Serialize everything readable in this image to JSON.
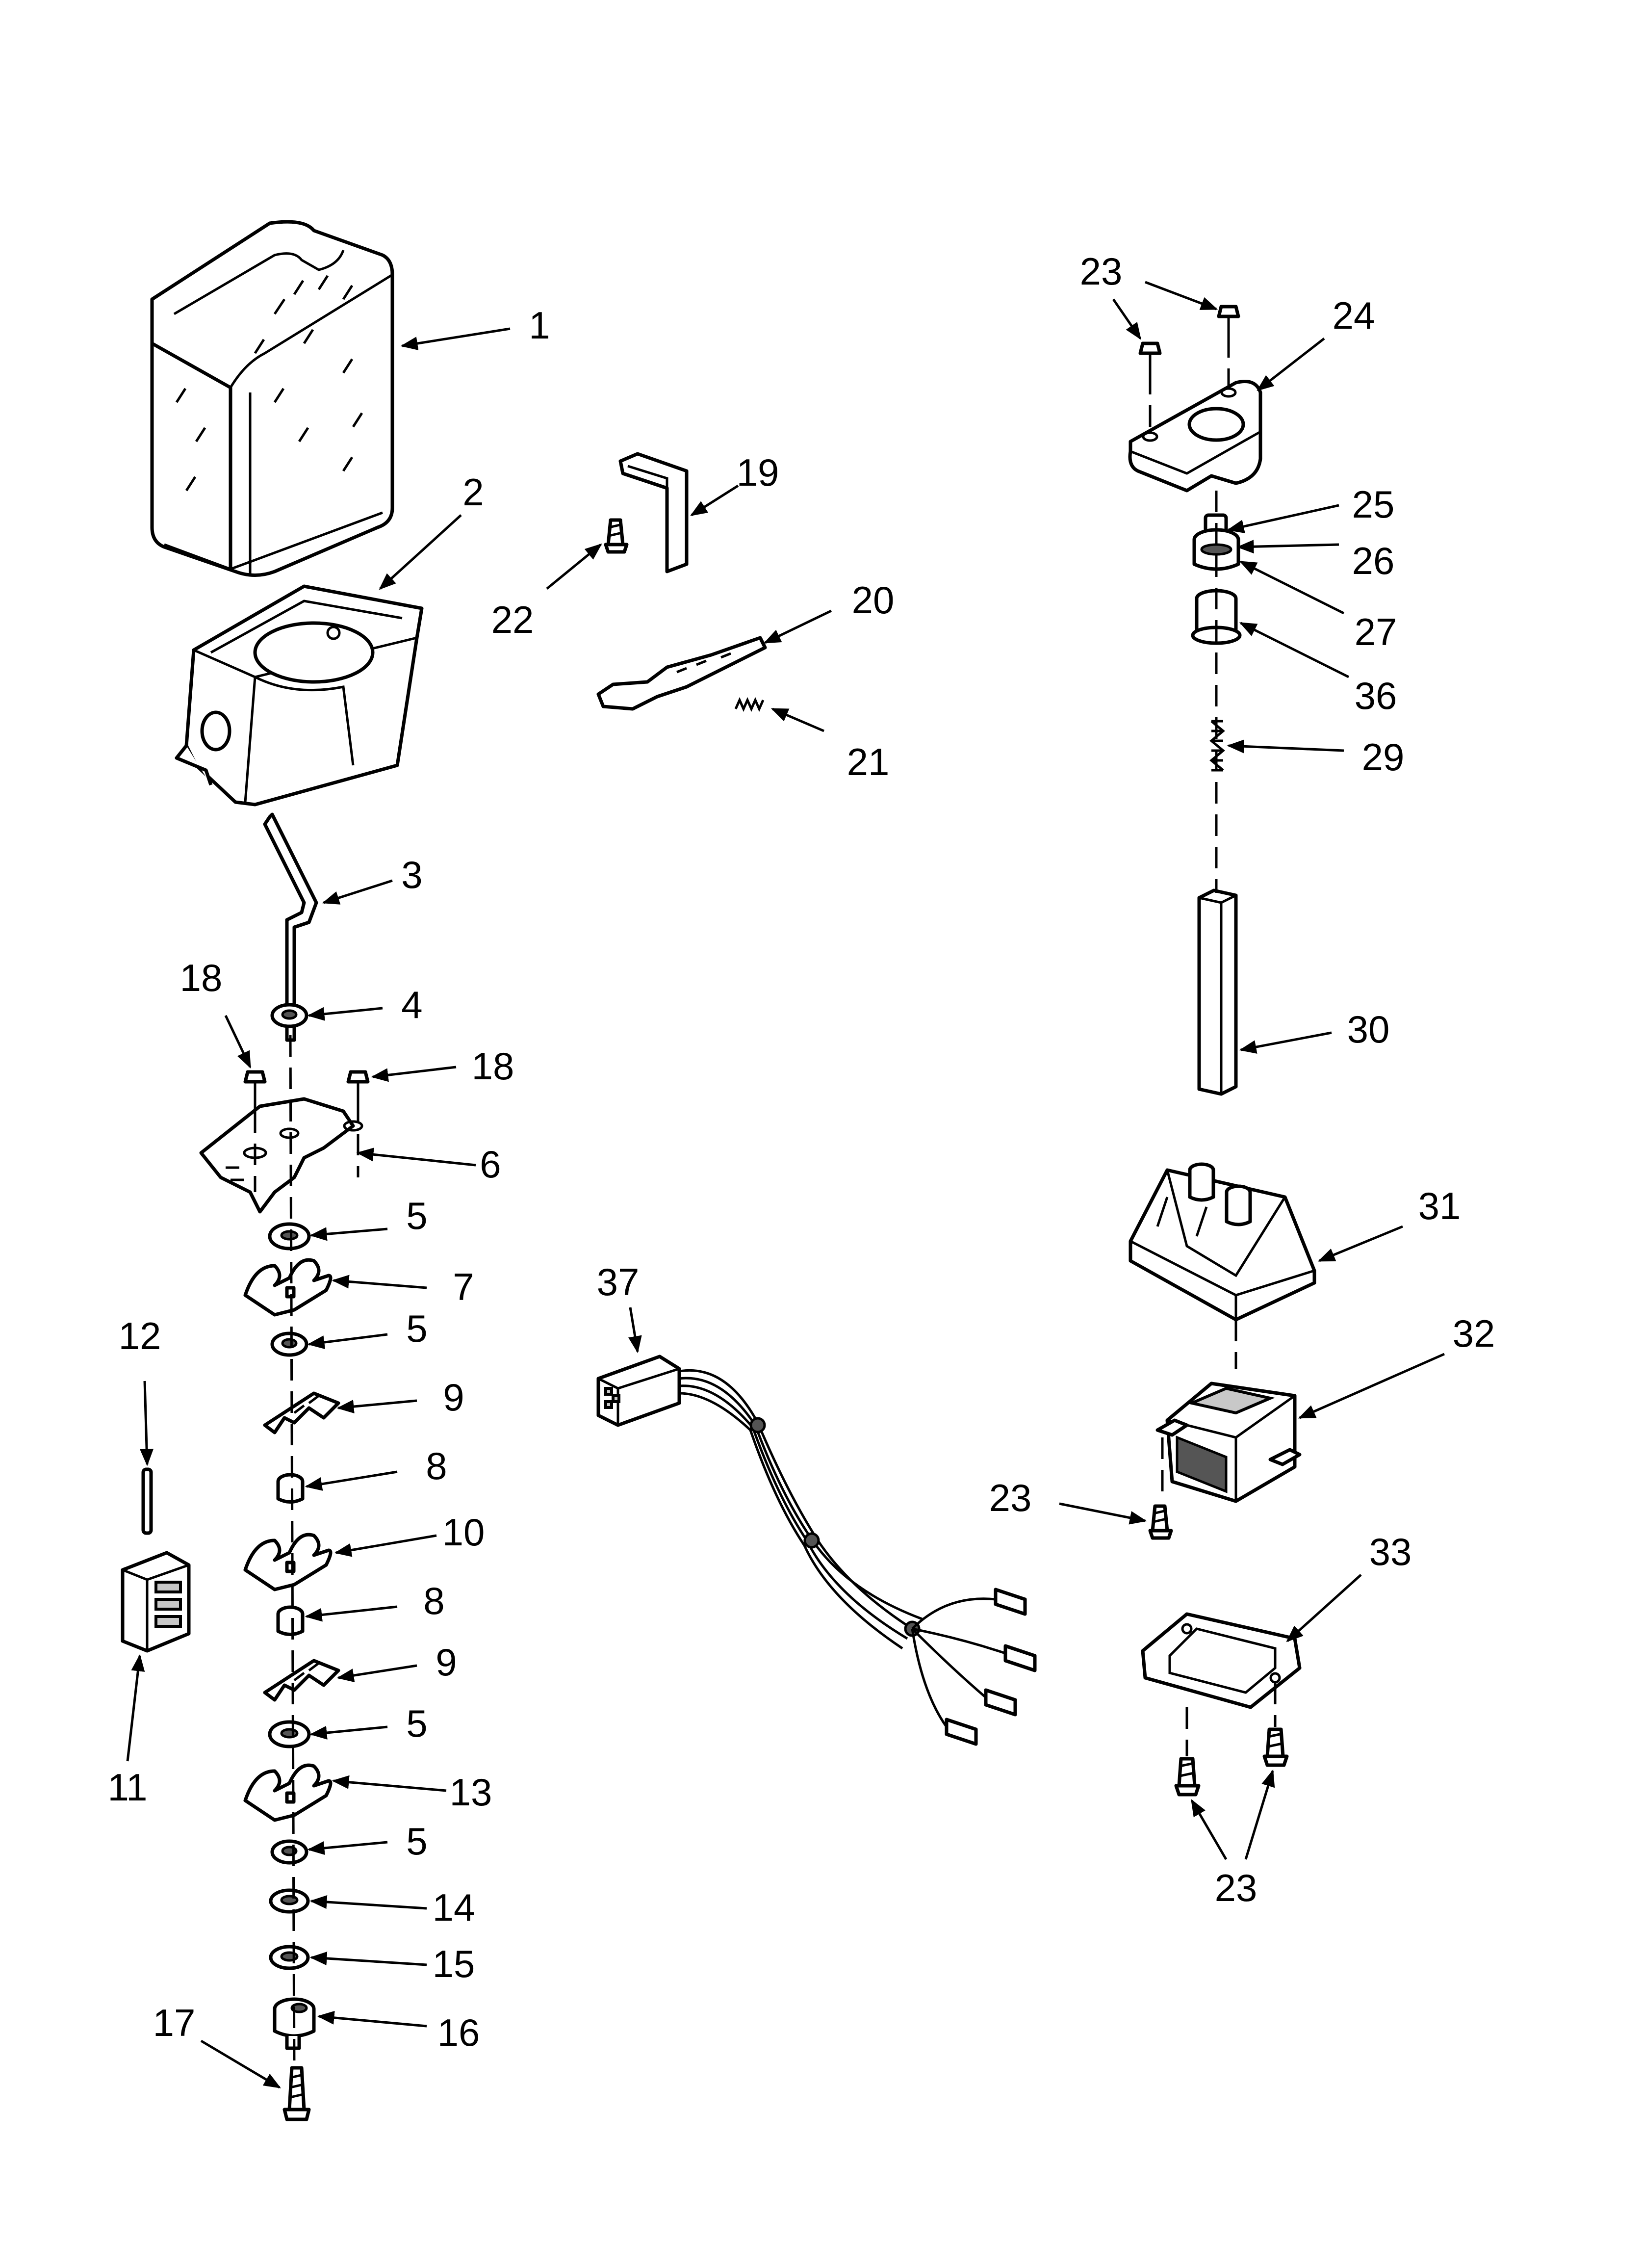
{
  "callouts": [
    {
      "id": "c1",
      "text": "1"
    },
    {
      "id": "c2",
      "text": "2"
    },
    {
      "id": "c3",
      "text": "3"
    },
    {
      "id": "c4",
      "text": "4"
    },
    {
      "id": "c18a",
      "text": "18"
    },
    {
      "id": "c18b",
      "text": "18"
    },
    {
      "id": "c6",
      "text": "6"
    },
    {
      "id": "c5a",
      "text": "5"
    },
    {
      "id": "c7",
      "text": "7"
    },
    {
      "id": "c5b",
      "text": "5"
    },
    {
      "id": "c9a",
      "text": "9"
    },
    {
      "id": "c8a",
      "text": "8"
    },
    {
      "id": "c10",
      "text": "10"
    },
    {
      "id": "c8b",
      "text": "8"
    },
    {
      "id": "c9b",
      "text": "9"
    },
    {
      "id": "c5c",
      "text": "5"
    },
    {
      "id": "c13",
      "text": "13"
    },
    {
      "id": "c5d",
      "text": "5"
    },
    {
      "id": "c14",
      "text": "14"
    },
    {
      "id": "c15",
      "text": "15"
    },
    {
      "id": "c16",
      "text": "16"
    },
    {
      "id": "c17",
      "text": "17"
    },
    {
      "id": "c12",
      "text": "12"
    },
    {
      "id": "c11",
      "text": "11"
    },
    {
      "id": "c19",
      "text": "19"
    },
    {
      "id": "c22",
      "text": "22"
    },
    {
      "id": "c20",
      "text": "20"
    },
    {
      "id": "c21",
      "text": "21"
    },
    {
      "id": "c37",
      "text": "37"
    },
    {
      "id": "c23a",
      "text": "23"
    },
    {
      "id": "c24",
      "text": "24"
    },
    {
      "id": "c25",
      "text": "25"
    },
    {
      "id": "c26",
      "text": "26"
    },
    {
      "id": "c27",
      "text": "27"
    },
    {
      "id": "c36",
      "text": "36"
    },
    {
      "id": "c29",
      "text": "29"
    },
    {
      "id": "c30",
      "text": "30"
    },
    {
      "id": "c31",
      "text": "31"
    },
    {
      "id": "c32",
      "text": "32"
    },
    {
      "id": "c23b",
      "text": "23"
    },
    {
      "id": "c33",
      "text": "33"
    },
    {
      "id": "c23c",
      "text": "23"
    }
  ]
}
